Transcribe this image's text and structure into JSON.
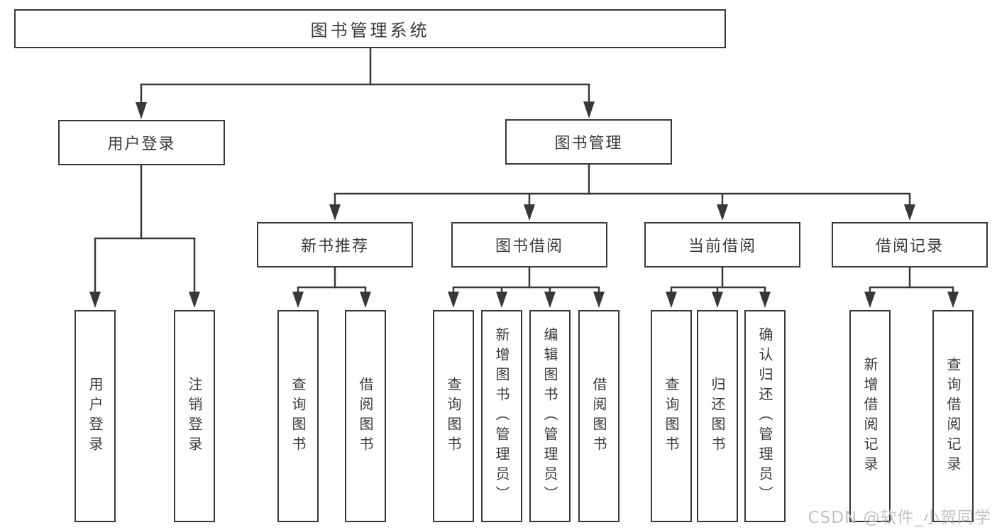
{
  "diagram": {
    "type": "hierarchy-flowchart",
    "colors": {
      "background": "#ffffff",
      "line": "#383838",
      "text": "#3a3a3a",
      "watermark": "#bebebe"
    },
    "root": {
      "label": "图书管理系统",
      "children": [
        {
          "label": "用户登录",
          "children": [
            {
              "label": "用户登录"
            },
            {
              "label": "注销登录"
            }
          ]
        },
        {
          "label": "图书管理",
          "children": [
            {
              "label": "新书推荐",
              "children": [
                {
                  "label": "查询图书"
                },
                {
                  "label": "借阅图书"
                }
              ]
            },
            {
              "label": "图书借阅",
              "children": [
                {
                  "label": "查询图书"
                },
                {
                  "label": "新增图书（管理员）"
                },
                {
                  "label": "编辑图书（管理员）"
                },
                {
                  "label": "借阅图书"
                }
              ]
            },
            {
              "label": "当前借阅",
              "children": [
                {
                  "label": "查询图书"
                },
                {
                  "label": "归还图书"
                },
                {
                  "label": "确认归还（管理员）"
                }
              ]
            },
            {
              "label": "借阅记录",
              "children": [
                {
                  "label": "新增借阅记录"
                },
                {
                  "label": "查询借阅记录"
                }
              ]
            }
          ]
        }
      ]
    }
  },
  "watermark": {
    "text": "CSDN @软件_小贺同学"
  }
}
